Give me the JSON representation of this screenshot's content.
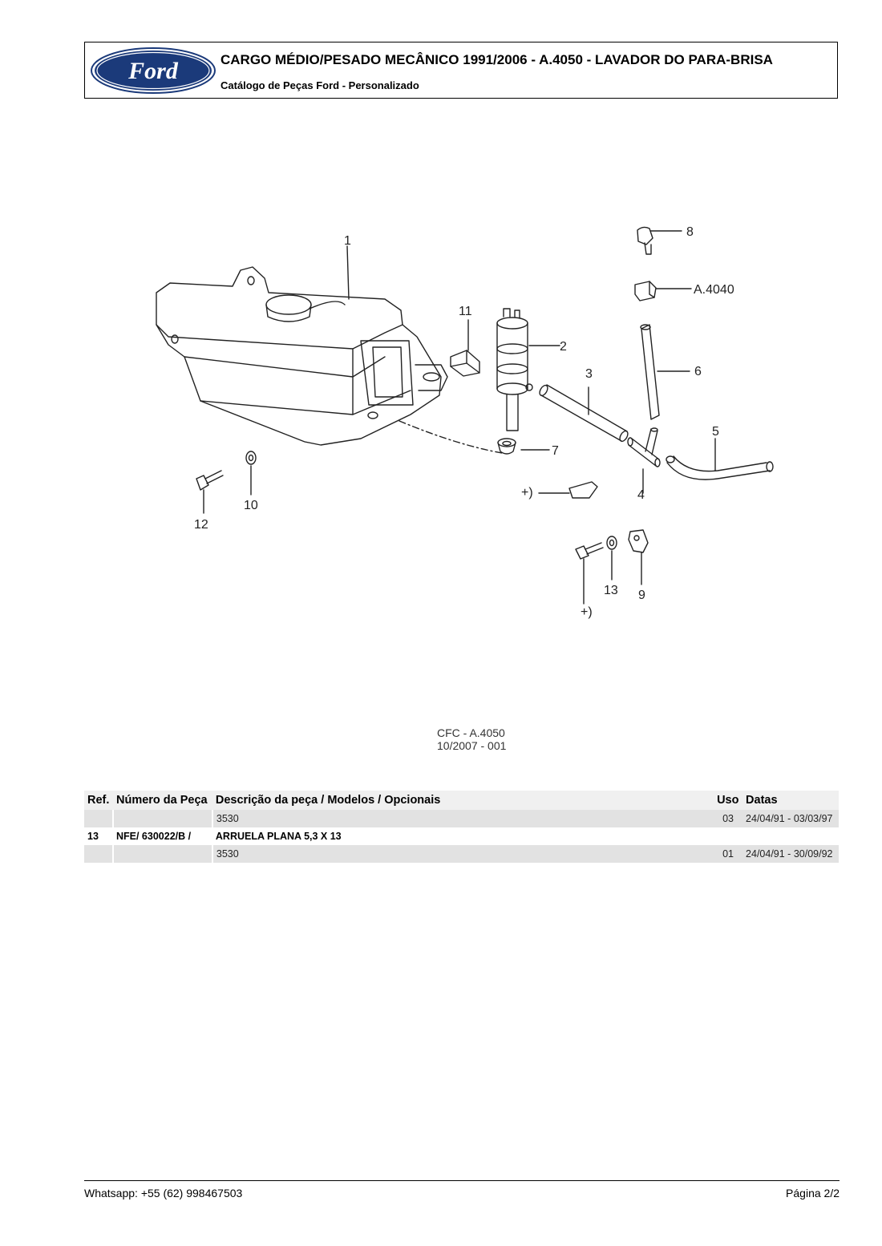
{
  "header": {
    "logo_text": "Ford",
    "title": "CARGO MÉDIO/PESADO MECÂNICO 1991/2006 - A.4050 - LAVADOR DO PARA-BRISA",
    "subtitle": "Catálogo de Peças Ford - Personalizado"
  },
  "diagram": {
    "callouts": [
      "1",
      "2",
      "3",
      "4",
      "5",
      "6",
      "7",
      "8",
      "9",
      "10",
      "11",
      "12",
      "13",
      "A.4040",
      "+)",
      "+)"
    ]
  },
  "caption": {
    "line1": "CFC - A.4050",
    "line2": "10/2007 - 001"
  },
  "table": {
    "headers": [
      "Ref.",
      "Número da Peça",
      "Descrição da peça / Modelos / Opcionais",
      "Uso",
      "Datas"
    ],
    "rows": [
      {
        "ref": "",
        "part": "",
        "desc": "3530",
        "uso": "03",
        "dates": "24/04/91 - 03/03/97"
      },
      {
        "ref": "13",
        "part": "NFE/  630022/B /",
        "desc": "ARRUELA PLANA 5,3 X 13",
        "uso": "",
        "dates": ""
      },
      {
        "ref": "",
        "part": "",
        "desc": "3530",
        "uso": "01",
        "dates": "24/04/91 - 30/09/92"
      }
    ]
  },
  "footer": {
    "contact": "Whatsapp: +55 (62) 998467503",
    "page": "Página 2/2"
  },
  "colors": {
    "ford_blue": "#1b3a7a",
    "header_row": "#f0f0f0",
    "sub_row": "#e2e2e2"
  }
}
